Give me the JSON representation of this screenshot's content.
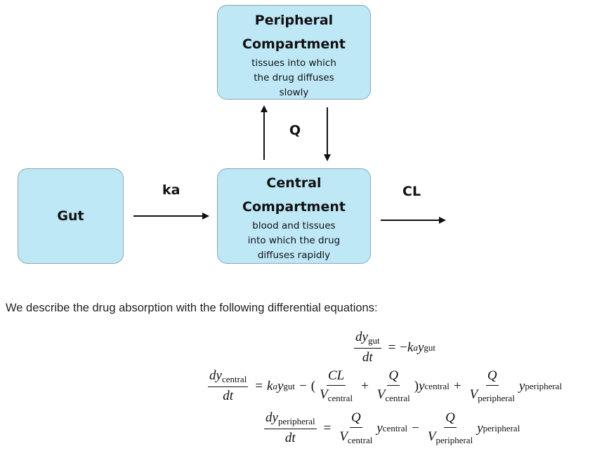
{
  "diagram": {
    "peripheral": {
      "title_line1": "Peripheral",
      "title_line2": "Compartment",
      "desc_line1": "tissues into which",
      "desc_line2": "the drug diffuses",
      "desc_line3": "slowly"
    },
    "central": {
      "title_line1": "Central",
      "title_line2": "Compartment",
      "desc_line1": "blood and tissues",
      "desc_line2": "into which the drug",
      "desc_line3": "diffuses rapidly"
    },
    "gut": {
      "title": "Gut"
    },
    "labels": {
      "ka": "ka",
      "q": "Q",
      "cl": "CL"
    }
  },
  "text": {
    "sentence": "We describe the drug absorption with the following differential equations:"
  },
  "equations": {
    "d": "d",
    "dt": "dt",
    "y": "y",
    "k": "k",
    "a": "a",
    "CL": "CL",
    "Q": "Q",
    "V": "V",
    "eq": "=",
    "minus": "−",
    "plus": "+",
    "lparen": "(",
    "rparen": ")",
    "sub_gut": "gut",
    "sub_central": "central",
    "sub_peripheral": "peripheral"
  },
  "colors": {
    "box_fill": "#bfe8f7",
    "box_border": "#8aa6b3",
    "arrow": "#111111"
  }
}
